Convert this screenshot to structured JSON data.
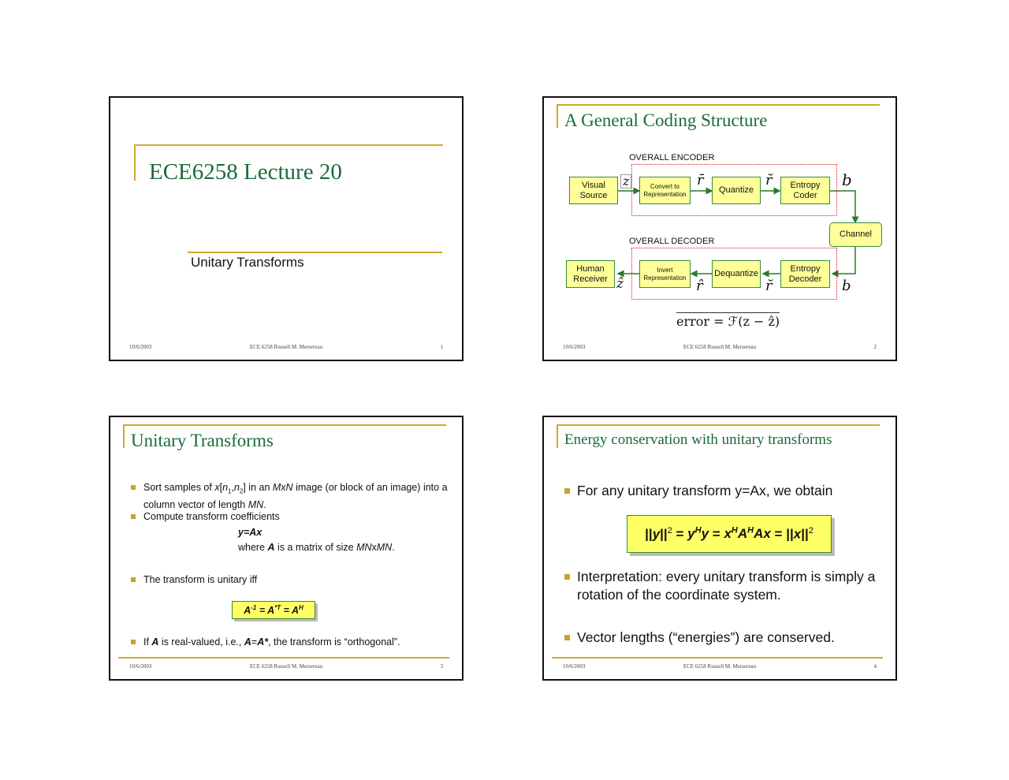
{
  "footer": {
    "date": "10/6/2003",
    "author": "ECE 6258 Russell M. Mersereau"
  },
  "slides": [
    {
      "number": "1",
      "title": "ECE6258  Lecture 20",
      "subtitle": "Unitary Transforms"
    },
    {
      "number": "2",
      "title": "A General Coding Structure",
      "encoder_label": "OVERALL ENCODER",
      "decoder_label": "OVERALL DECODER",
      "encoder_blocks": [
        "Visual Source",
        "Convert to Representation",
        "Quantize",
        "Entropy Coder"
      ],
      "decoder_blocks": [
        "Human Receiver",
        "Invert Representation",
        "Dequantize",
        "Entropy Decoder"
      ],
      "channel": "Channel",
      "symbols": {
        "z": "z",
        "r_bar": "r̄",
        "r_breve": "r̆",
        "b": "b",
        "z_hat": "ẑ",
        "r_hat": "r̂"
      },
      "error_formula": "error = ℱ(z − ẑ)"
    },
    {
      "number": "3",
      "title": "Unitary Transforms",
      "bullets": [
        "Sort samples of x[n1,n2] in an MxN image (or block of an image) into a column vector of length MN.",
        "Compute transform coefficients",
        "The transform is unitary iff",
        "If A is real-valued, i.e., A=A*, the transform is “orthogonal”."
      ],
      "equation1": "y=Ax",
      "equation1_note": "where A is a matrix of size MNxMN.",
      "unitary_condition": "A-1 = A*T = AH"
    },
    {
      "number": "4",
      "title": "Energy conservation with unitary transforms",
      "bullets": [
        "For any unitary transform y=Ax, we obtain",
        "Interpretation: every unitary transform is simply a rotation of the coordinate system.",
        "Vector lengths (“energies”) are conserved."
      ],
      "energy_equation": "||y||2 = yHy = xHAHAx = ||x||2"
    }
  ]
}
